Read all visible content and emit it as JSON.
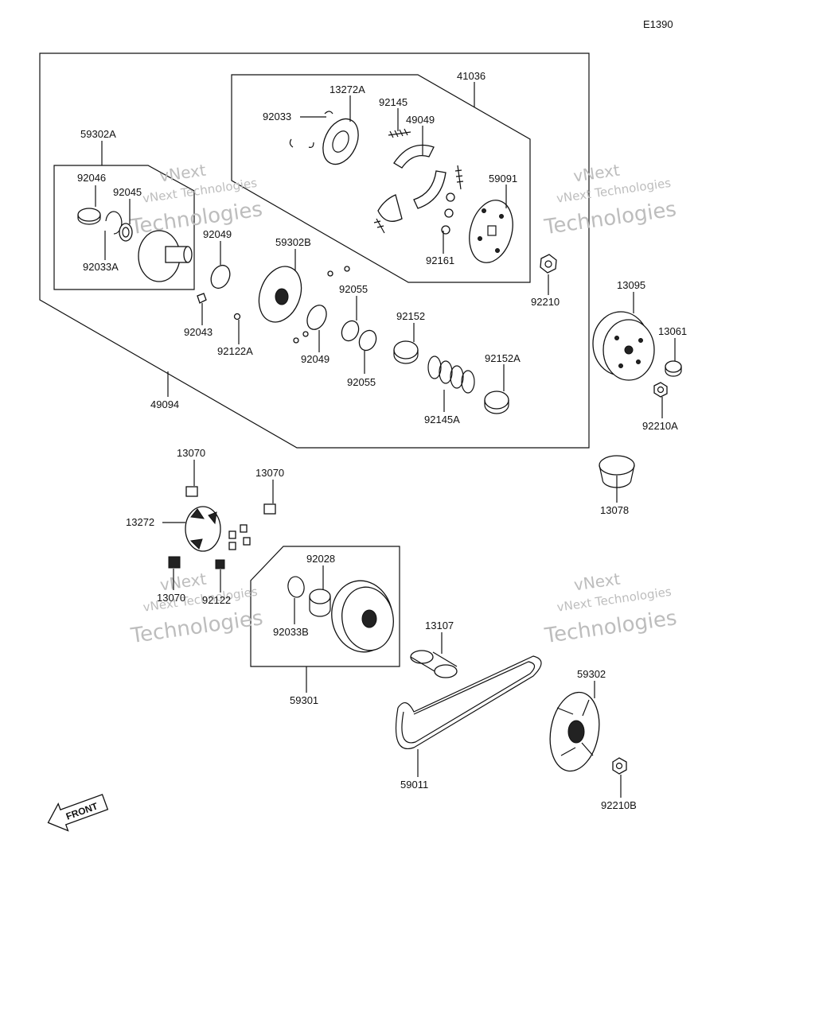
{
  "figure_code": "E1390",
  "labels": {
    "p41036": "41036",
    "p13272A": "13272A",
    "p92145": "92145",
    "p49049": "49049",
    "p92033": "92033",
    "p59091": "59091",
    "p92161": "92161",
    "p92210": "92210",
    "p59302A": "59302A",
    "p92046": "92046",
    "p92045": "92045",
    "p92033A": "92033A",
    "p92049a": "92049",
    "p59302B": "59302B",
    "p92055a": "92055",
    "p92043": "92043",
    "p92122A": "92122A",
    "p92049b": "92049",
    "p92055b": "92055",
    "p92152": "92152",
    "p92152A": "92152A",
    "p92145A": "92145A",
    "p49094": "49094",
    "p13095": "13095",
    "p13061": "13061",
    "p92210A": "92210A",
    "p13078": "13078",
    "p13070a": "13070",
    "p13070b": "13070",
    "p13272": "13272",
    "p13070c": "13070",
    "p92122": "92122",
    "p92028": "92028",
    "p92033B": "92033B",
    "p59301": "59301",
    "p13107": "13107",
    "p59302": "59302",
    "p59011": "59011",
    "p92210B": "92210B"
  },
  "front_arrow": "FRONT",
  "watermark": {
    "line1": "vNext",
    "line2": "vNext Technologies",
    "line3": "Technologies"
  }
}
